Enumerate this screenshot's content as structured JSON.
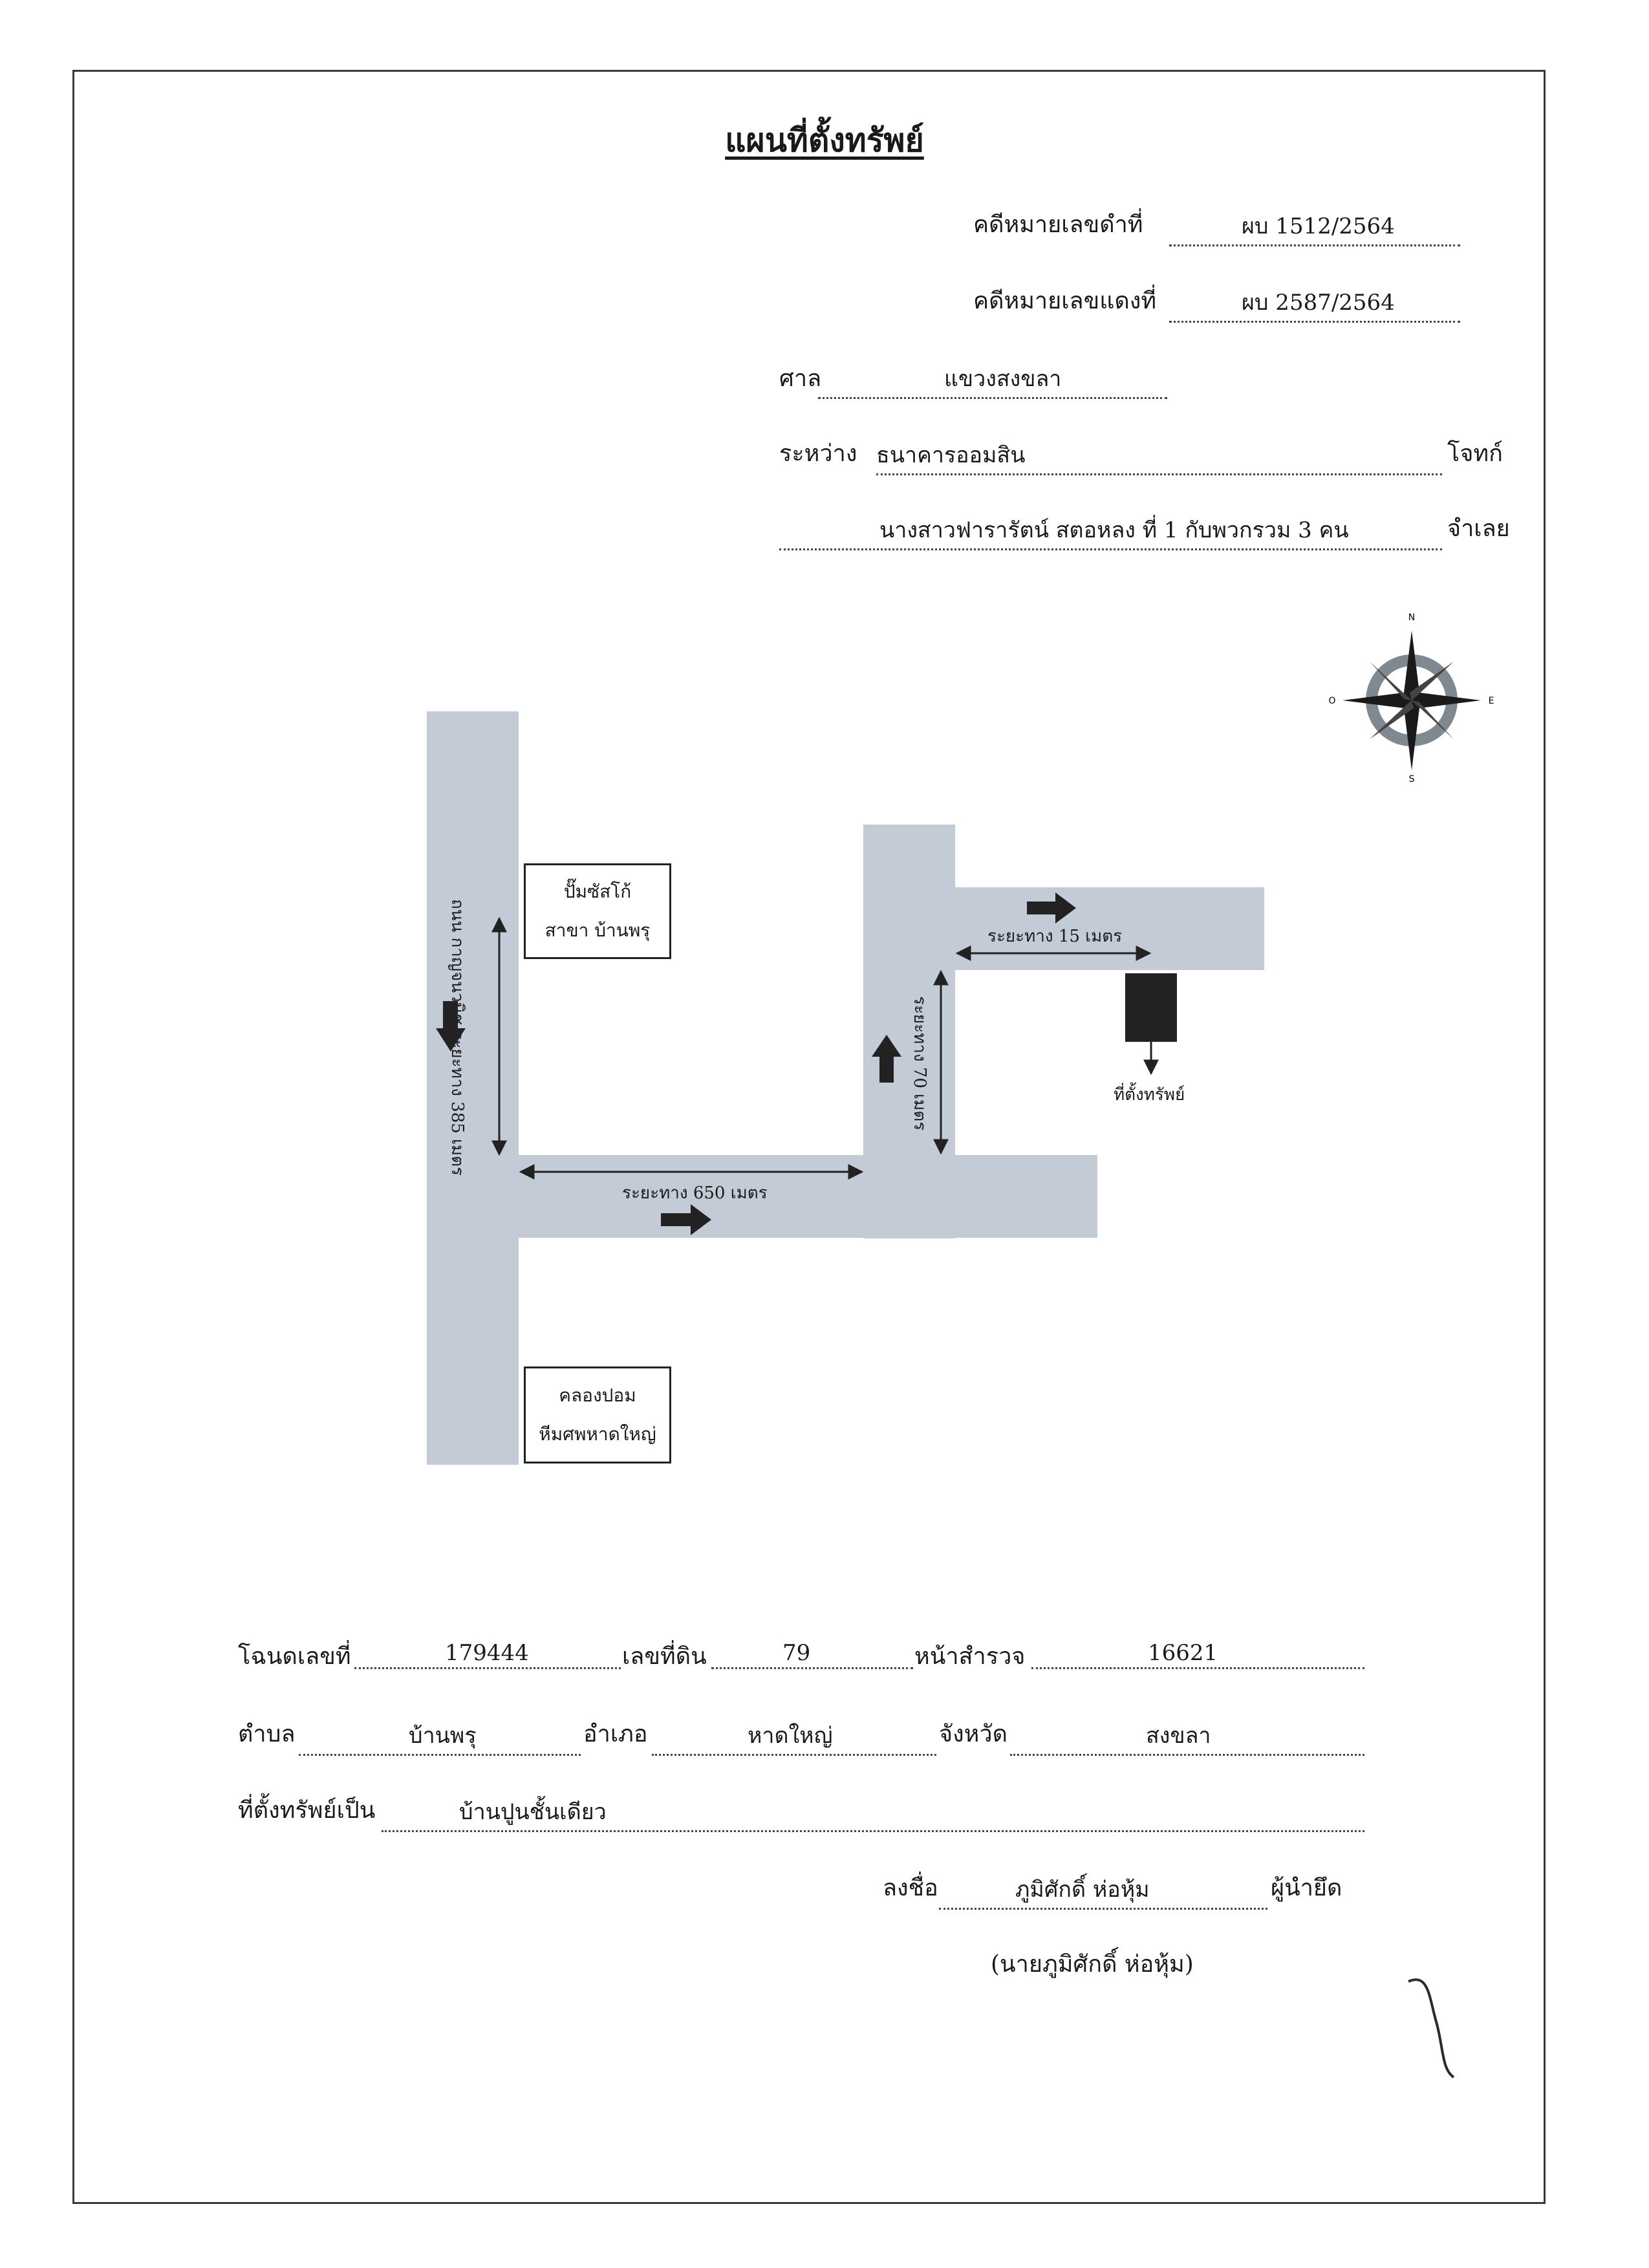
{
  "title": "แผนที่ตั้งทรัพย์",
  "case": {
    "black_label": "คดีหมายเลขดำที่",
    "black_value": "ผบ 1512/2564",
    "red_label": "คดีหมายเลขแดงที่",
    "red_value": "ผบ 2587/2564",
    "court_label": "ศาล",
    "court_value": "แขวงสงขลา",
    "between_label": "ระหว่าง",
    "plaintiff_value": "ธนาคารออมสิน",
    "plaintiff_suffix": "โจทก์",
    "defendant_value": "นางสาวฟารารัตน์ สตอหลง ที่ 1 กับพวกรวม 3 คน",
    "defendant_suffix": "จำเลย"
  },
  "compass": {
    "n": "N",
    "e": "E",
    "s": "S",
    "w": "O"
  },
  "map": {
    "gas_station_line1": "ปั๊มซัสโก้",
    "gas_station_line2": "สาขา บ้านพรุ",
    "canal_line1": "คลองปอม",
    "canal_line2": "หีมศพหาดใหญ่",
    "road_name": "ถนน กาญจนวนิช ระยะทาง 385 เมตร",
    "dist_650": "ระยะทาง 650 เมตร",
    "dist_70": "ระยะทาง 70 เมตร",
    "dist_15": "ระยะทาง 15 เมตร",
    "property_label": "ที่ตั้งทรัพย์"
  },
  "deed": {
    "deed_label": "โฉนดเลขที่",
    "deed_value": "179444",
    "land_label": "เลขที่ดิน",
    "land_value": "79",
    "survey_label": "หน้าสำรวจ",
    "survey_value": "16621",
    "tambon_label": "ตำบล",
    "tambon_value": "บ้านพรุ",
    "amphoe_label": "อำเภอ",
    "amphoe_value": "หาดใหญ่",
    "province_label": "จังหวัด",
    "province_value": "สงขลา",
    "property_type_label": "ที่ตั้งทรัพย์เป็น",
    "property_type_value": "บ้านปูนชั้นเดียว"
  },
  "signature": {
    "sign_label": "ลงชื่อ",
    "sign_value": "ภูมิศักดิ์ ห่อหุ้ม",
    "role": "ผู้นำยึด",
    "printed_name": "(นายภูมิศักดิ์  ห่อหุ้ม)"
  }
}
